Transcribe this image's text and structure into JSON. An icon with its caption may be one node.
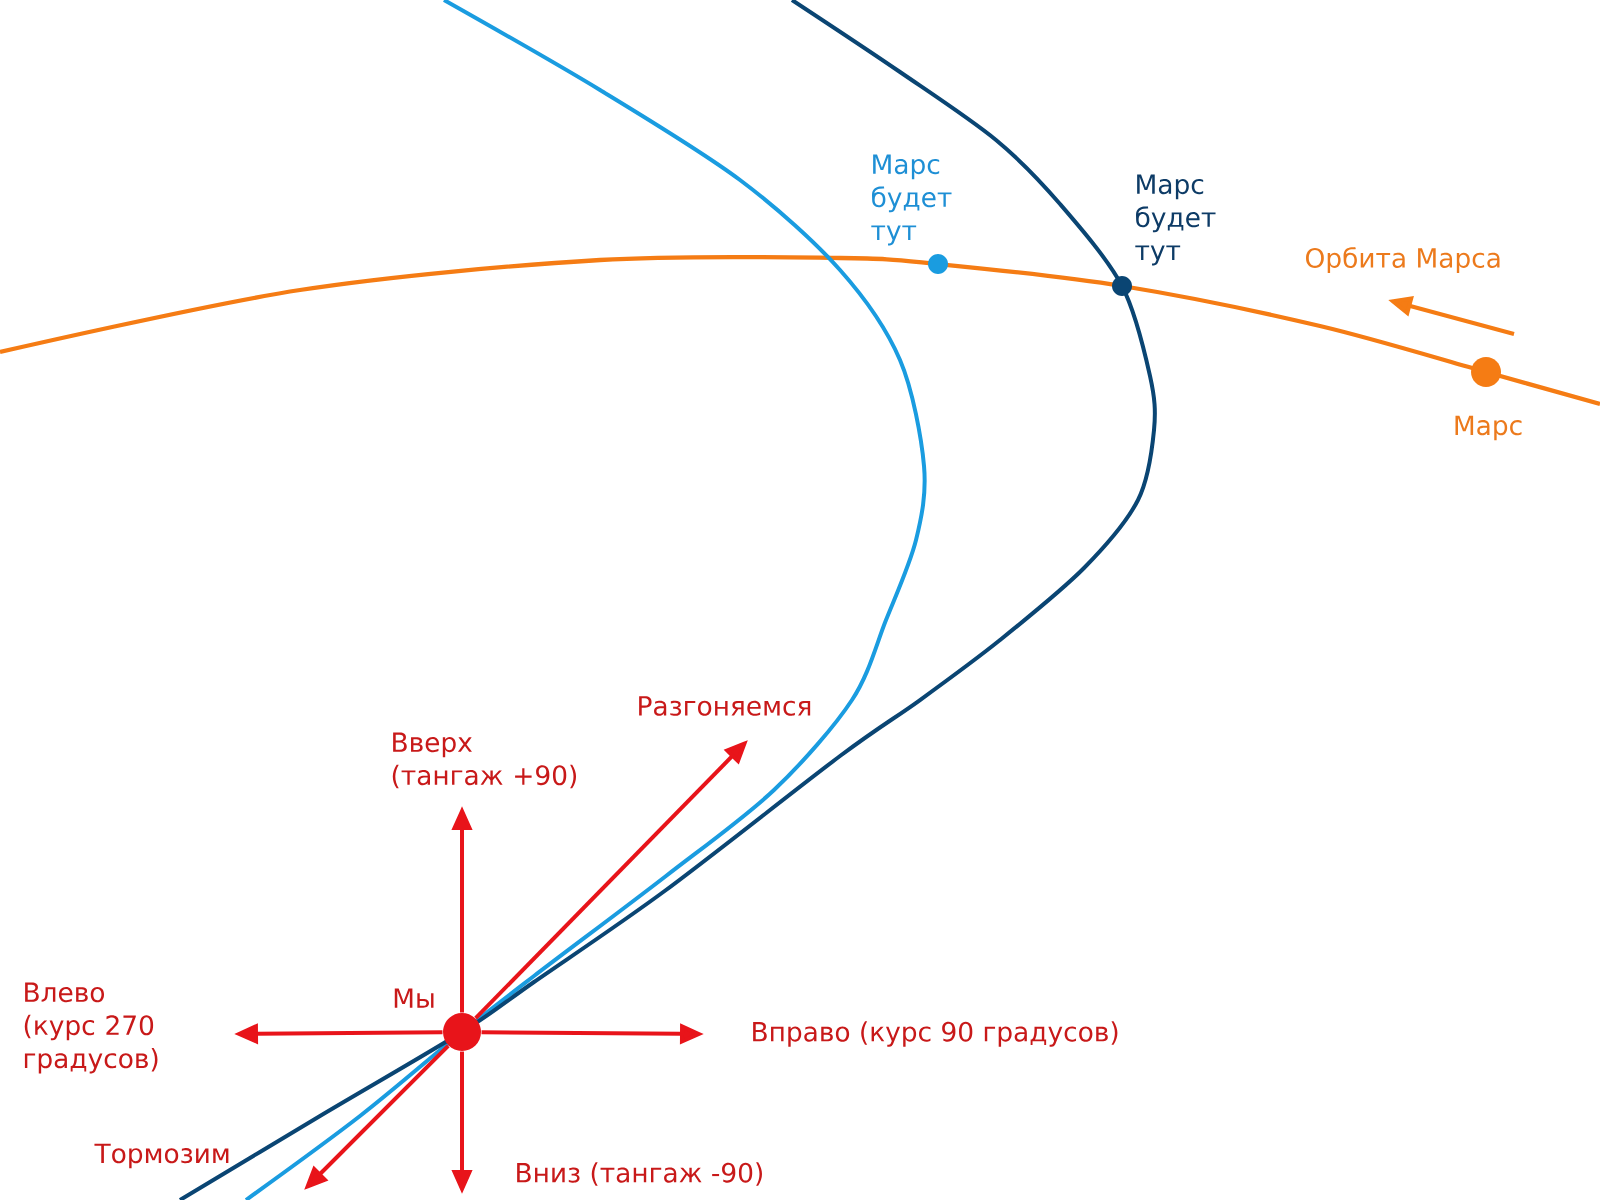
{
  "diagram": {
    "nodes": [
      {
        "text": [],
        "shape": "circle",
        "beside": [
          "Марс будет тут"
        ]
      },
      {
        "text": [],
        "shape": "circle",
        "beside": [
          "Марс будет тут"
        ]
      },
      {
        "text": [],
        "shape": "circle",
        "beside": [
          "Марс"
        ]
      },
      {
        "text": [],
        "shape": "circle",
        "beside": [
          "Мы"
        ]
      }
    ],
    "edges": [
      {
        "from": 3,
        "to": null,
        "arrow": "to",
        "label": "Разгоняемся"
      },
      {
        "from": 3,
        "to": null,
        "arrow": "to",
        "label": "Вверх (тангаж +90)"
      },
      {
        "from": 3,
        "to": null,
        "arrow": "to",
        "label": "Влево (курс 270 градусов)"
      },
      {
        "from": 3,
        "to": null,
        "arrow": "to",
        "label": "Вправо (курс 90 градусов)"
      },
      {
        "from": 3,
        "to": null,
        "arrow": "to",
        "label": "Тормозим"
      },
      {
        "from": 3,
        "to": null,
        "arrow": "to",
        "label": "Вниз (тангаж -90)"
      }
    ],
    "labels": [
      "Орбита Марса"
    ]
  }
}
